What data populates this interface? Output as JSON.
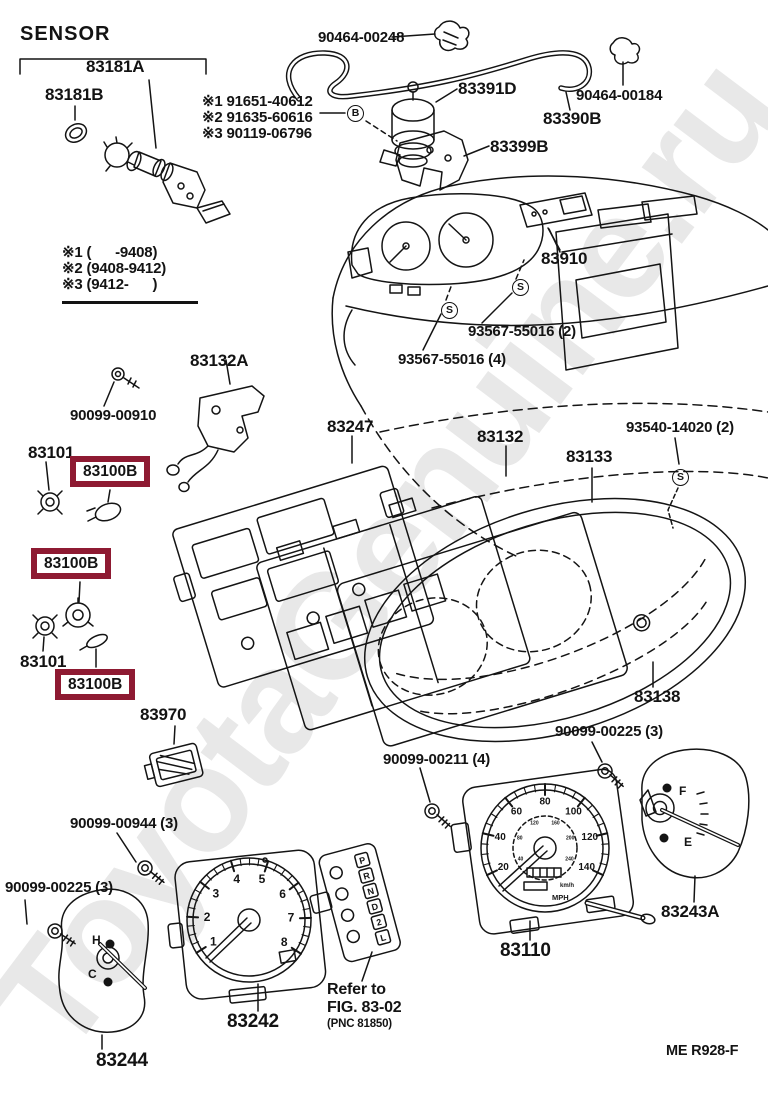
{
  "watermark": "ToyotaGenuine.ru",
  "doc_code": "ME R928-F",
  "sensor_section": {
    "title": "SENSOR",
    "sensor": "83181A",
    "oring": "83181B",
    "starred1": "※1 91651-40612",
    "starred2": "※2 91635-60616",
    "starred3": "※3 90119-06796",
    "circled_b": "B"
  },
  "date_codes": {
    "d1": "※1 (      -9408)",
    "d2": "※2 (9408-9412)",
    "d3": "※3 (9412-      )"
  },
  "hose_section": {
    "clip_top": "90464-00248",
    "valve": "83391D",
    "clip_right": "90464-00184",
    "hose": "83390B",
    "bracket": "83399B"
  },
  "dash_section": {
    "radio": "83910",
    "screw_2": "93567-55016 (2)",
    "screw_4": "93567-55016 (4)",
    "circled_s": "S"
  },
  "cluster": {
    "bracket": "83132A",
    "screw": "90099-00910",
    "socket": "83101",
    "bulb": "83100B",
    "case_rear": "83247",
    "case": "83132",
    "plate": "83133",
    "screw_s": "93540-14020 (2)",
    "lens": "83138",
    "connector": "83970"
  },
  "fasteners": {
    "bolt_225": "90099-00225 (3)",
    "bolt_211": "90099-00211 (4)",
    "bolt_944": "90099-00944 (3)"
  },
  "gauges": {
    "speedometer": {
      "part": "83110",
      "unit_outer": "MPH",
      "unit_inner": "km/h",
      "outer_numbers": [
        20,
        40,
        60,
        80,
        100,
        120,
        140
      ],
      "inner_numbers": [
        40,
        80,
        120,
        160,
        200,
        240
      ]
    },
    "tachometer": {
      "part": "83242",
      "numbers": [
        1,
        2,
        3,
        4,
        5,
        6,
        7,
        8
      ]
    },
    "fuel": {
      "part": "83243A",
      "full": "F",
      "empty": "E"
    },
    "temp": {
      "part": "83244",
      "hot": "H",
      "cold": "C"
    }
  },
  "shift": {
    "letters": [
      "P",
      "R",
      "N",
      "D",
      "2",
      "L"
    ],
    "refer1": "Refer to",
    "refer2": "FIG. 83-02",
    "refer3": "(PNC 81850)"
  }
}
